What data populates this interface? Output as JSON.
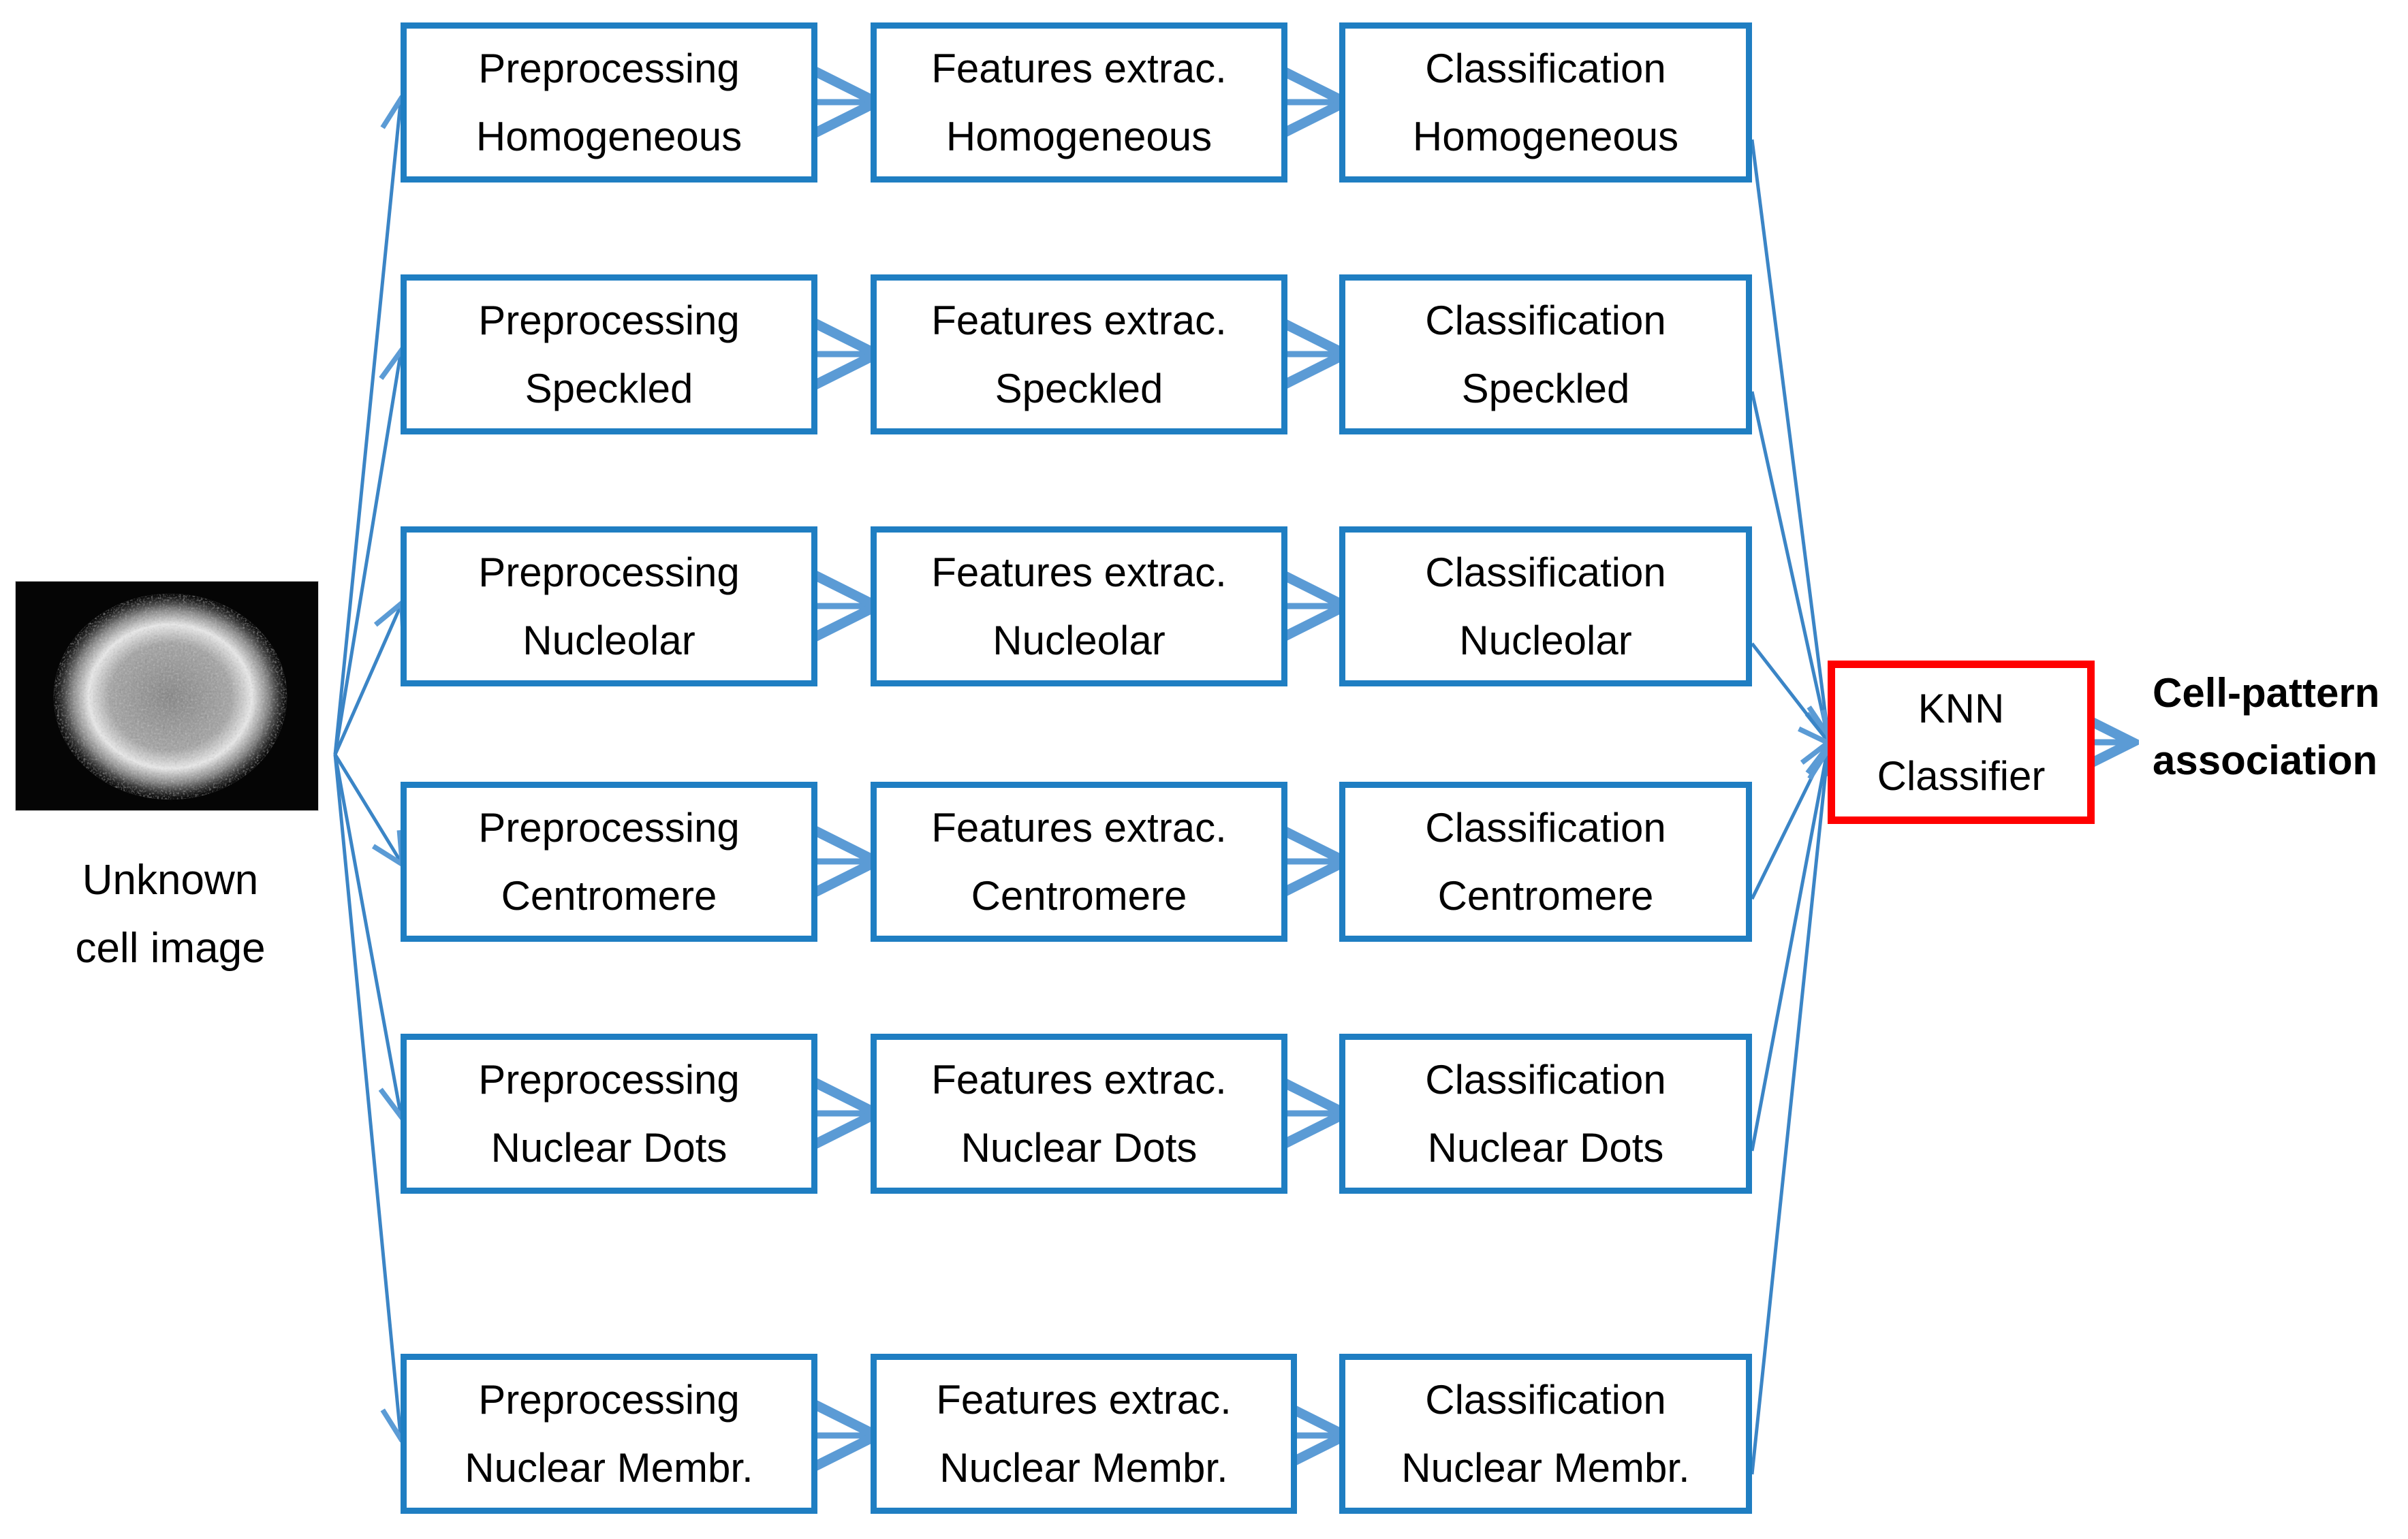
{
  "colors": {
    "box_border": "#1F7EC2",
    "classifier_border": "#FF0000",
    "arrow": "#5B9BD5",
    "text": "#000000",
    "background": "#FFFFFF"
  },
  "input": {
    "image_alt": "unknown-cell-image",
    "caption_line1": "Unknown",
    "caption_line2": "cell image"
  },
  "stage_labels": {
    "preprocessing": "Preprocessing",
    "features": "Features extrac.",
    "classification": "Classification"
  },
  "patterns": [
    "Homogeneous",
    "Speckled",
    "Nucleolar",
    "Centromere",
    "Nuclear Dots",
    "Nuclear Membr."
  ],
  "rows": [
    {
      "pattern": "Homogeneous",
      "preprocessing": {
        "line1": "Preprocessing",
        "line2": "Homogeneous"
      },
      "features": {
        "line1": "Features extrac.",
        "line2": "Homogeneous"
      },
      "classification": {
        "line1": "Classification",
        "line2": "Homogeneous"
      }
    },
    {
      "pattern": "Speckled",
      "preprocessing": {
        "line1": "Preprocessing",
        "line2": "Speckled"
      },
      "features": {
        "line1": "Features extrac.",
        "line2": "Speckled"
      },
      "classification": {
        "line1": "Classification",
        "line2": "Speckled"
      }
    },
    {
      "pattern": "Nucleolar",
      "preprocessing": {
        "line1": "Preprocessing",
        "line2": "Nucleolar"
      },
      "features": {
        "line1": "Features extrac.",
        "line2": "Nucleolar"
      },
      "classification": {
        "line1": "Classification",
        "line2": "Nucleolar"
      }
    },
    {
      "pattern": "Centromere",
      "preprocessing": {
        "line1": "Preprocessing",
        "line2": "Centromere"
      },
      "features": {
        "line1": "Features extrac.",
        "line2": "Centromere"
      },
      "classification": {
        "line1": "Classification",
        "line2": "Centromere"
      }
    },
    {
      "pattern": "Nuclear Dots",
      "preprocessing": {
        "line1": "Preprocessing",
        "line2": "Nuclear Dots"
      },
      "features": {
        "line1": "Features extrac.",
        "line2": "Nuclear Dots"
      },
      "classification": {
        "line1": "Classification",
        "line2": "Nuclear Dots"
      }
    },
    {
      "pattern": "Nuclear Membr.",
      "preprocessing": {
        "line1": "Preprocessing",
        "line2": "Nuclear Membr."
      },
      "features": {
        "line1": "Features extrac.",
        "line2": "Nuclear Membr."
      },
      "classification": {
        "line1": "Classification",
        "line2": "Nuclear Membr."
      }
    }
  ],
  "classifier": {
    "line1": "KNN",
    "line2": "Classifier"
  },
  "output": {
    "line1": "Cell-pattern",
    "line2": "association"
  }
}
